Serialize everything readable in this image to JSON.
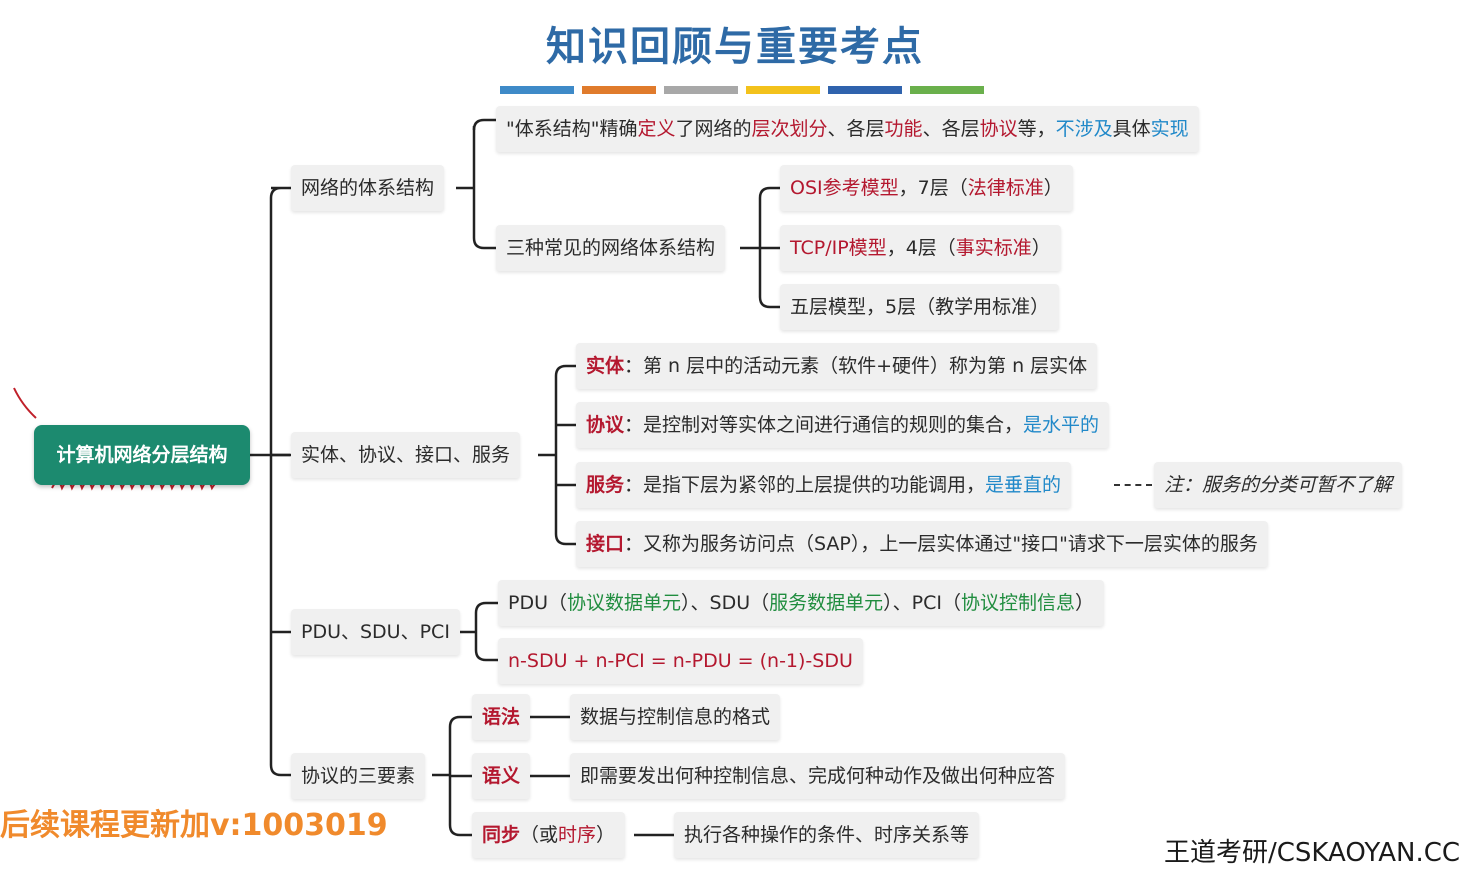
{
  "title": "知识回顾与重要考点",
  "color_bars": [
    "#3e8ac8",
    "#e07b2c",
    "#a8a8a8",
    "#f3c21c",
    "#2f63ad",
    "#6ab04c"
  ],
  "root": "计算机网络分层结构",
  "branches": {
    "architecture": {
      "label": "网络的体系结构",
      "definition": [
        "\"体系结构\"精确",
        "定义",
        "了网络的",
        "层次划分",
        "、各层",
        "功能",
        "、各层",
        "协议",
        "等，",
        "不涉及",
        "具体",
        "实现"
      ],
      "three": {
        "label": "三种常见的网络体系结构",
        "osi": [
          "OSI参考模型",
          "，7层（",
          "法律标准",
          "）"
        ],
        "tcpip": [
          "TCP/IP模型",
          "，4层（",
          "事实标准",
          "）"
        ],
        "five": "五层模型，5层（教学用标准）"
      }
    },
    "entity": {
      "label": "实体、协议、接口、服务",
      "entity_item": [
        "实体",
        "：第 n 层中的活动元素（软件+硬件）称为第 n 层实体"
      ],
      "protocol_item": [
        "协议",
        "：是控制对等实体之间进行通信的规则的集合，",
        "是水平的"
      ],
      "service_item": [
        "服务",
        "：是指下层为紧邻的上层提供的功能调用，",
        "是垂直的"
      ],
      "service_note": "注：服务的分类可暂不了解",
      "interface_item": [
        "接口",
        "：又称为服务访问点（SAP），上一层实体通过\"接口\"请求下一层实体的服务"
      ]
    },
    "pdu": {
      "label": "PDU、SDU、PCI",
      "defs": [
        "PDU（",
        "协议数据单元",
        "）、SDU（",
        "服务数据单元",
        "）、PCI（",
        "协议控制信息",
        "）"
      ],
      "formula": "n-SDU + n-PCI = n-PDU = (n-1)-SDU"
    },
    "elements": {
      "label": "协议的三要素",
      "syntax": "语法",
      "syntax_desc": "数据与控制信息的格式",
      "semantics": "语义",
      "semantics_desc": "即需要发出何种控制信息、完成何种动作及做出何种应答",
      "sync": [
        "同步",
        "（或",
        "时序",
        "）"
      ],
      "sync_desc": "执行各种操作的条件、时序关系等"
    }
  },
  "watermark": "后续课程更新加v:1003019",
  "footer": "王道考研/CSKAOYAN.CC"
}
